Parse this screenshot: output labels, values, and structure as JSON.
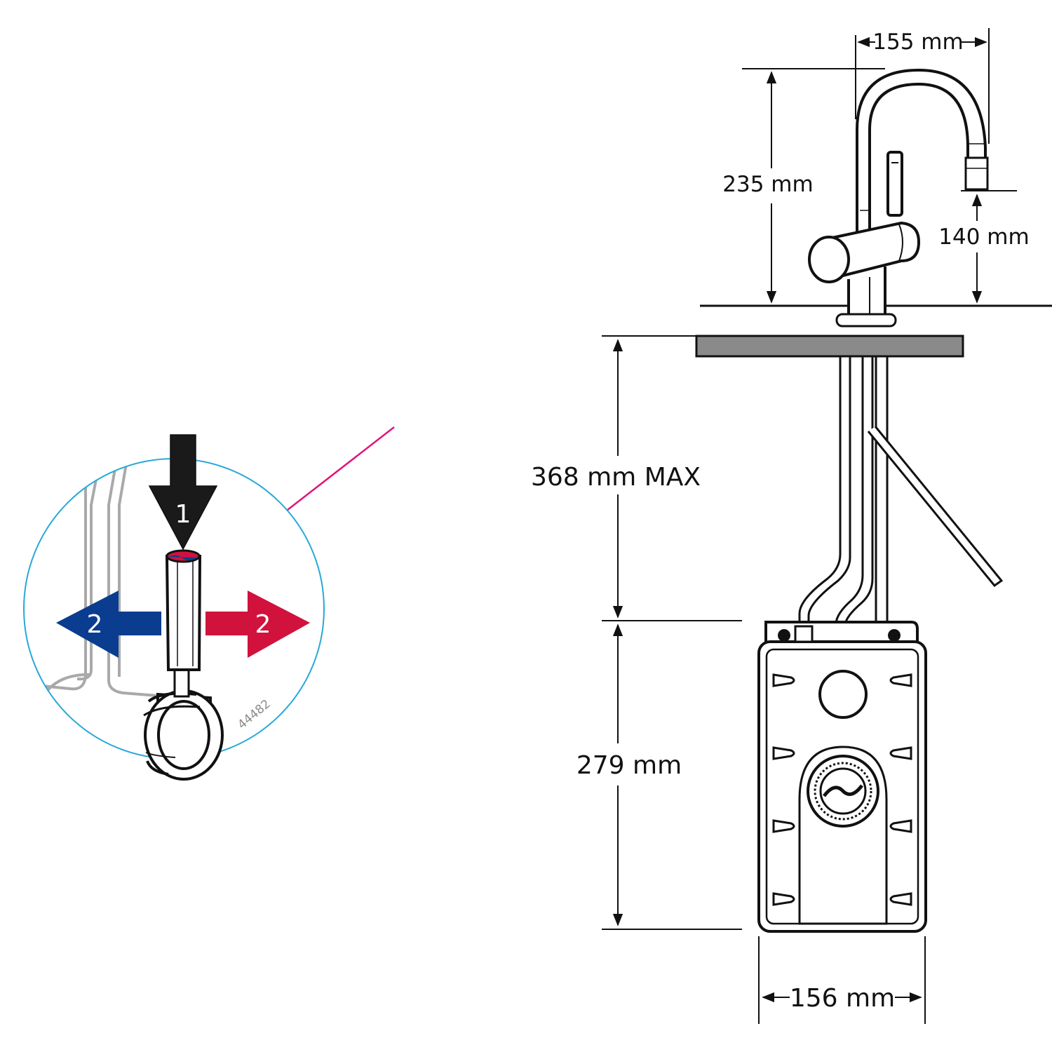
{
  "detail_view": {
    "step_press_label": "1",
    "step_turn_label_left": "2",
    "step_turn_label_right": "2",
    "part_number": "44482",
    "colors": {
      "circle": "#29a8d8",
      "leader": "#e0157a",
      "cold_arrow": "#0a3d8f",
      "hot_arrow": "#d0123c",
      "press_arrow": "#1a1a1a"
    }
  },
  "dimensions": {
    "spout_reach": "155 mm",
    "faucet_height": "235 mm",
    "spout_clearance": "140 mm",
    "under_counter_max": "368 mm MAX",
    "tank_height": "279 mm",
    "tank_width": "156 mm"
  }
}
